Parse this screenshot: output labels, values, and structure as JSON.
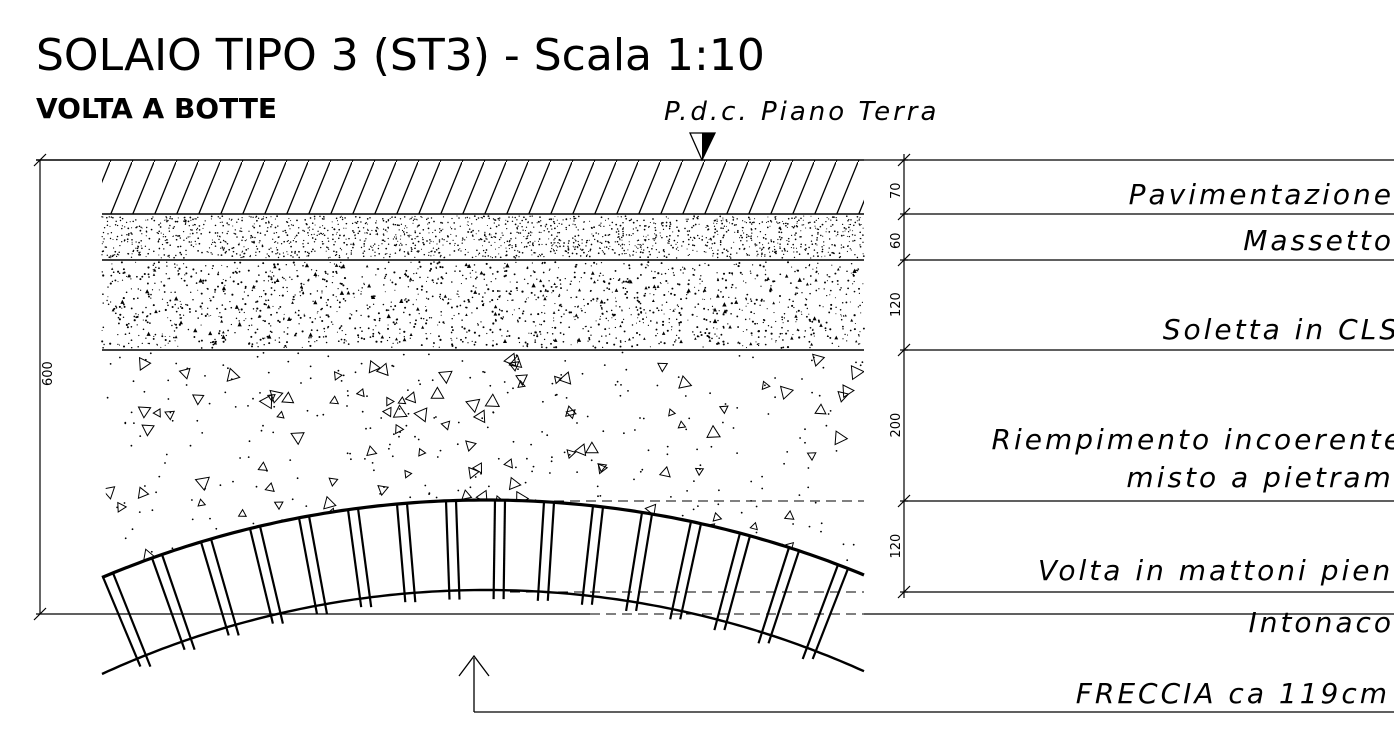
{
  "title": "SOLAIO TIPO 3 (ST3) - Scala 1:10",
  "subtitle": "VOLTA A BOTTE",
  "reference_level": "P.d.c. Piano Terra",
  "total_thickness": "600",
  "layers": [
    {
      "label": "Pavimentazione",
      "thickness": "70"
    },
    {
      "label": "Massetto",
      "thickness": "60"
    },
    {
      "label": "Soletta in CLS",
      "thickness": "120"
    },
    {
      "label": "Riempimento incoerente",
      "label_2": "misto a pietrame",
      "thickness": "200"
    },
    {
      "label": "Volta in mattoni pieni",
      "thickness": "120"
    },
    {
      "label": "Intonaco",
      "thickness": ""
    }
  ],
  "arrow_note": "FRECCIA ca 119cm"
}
